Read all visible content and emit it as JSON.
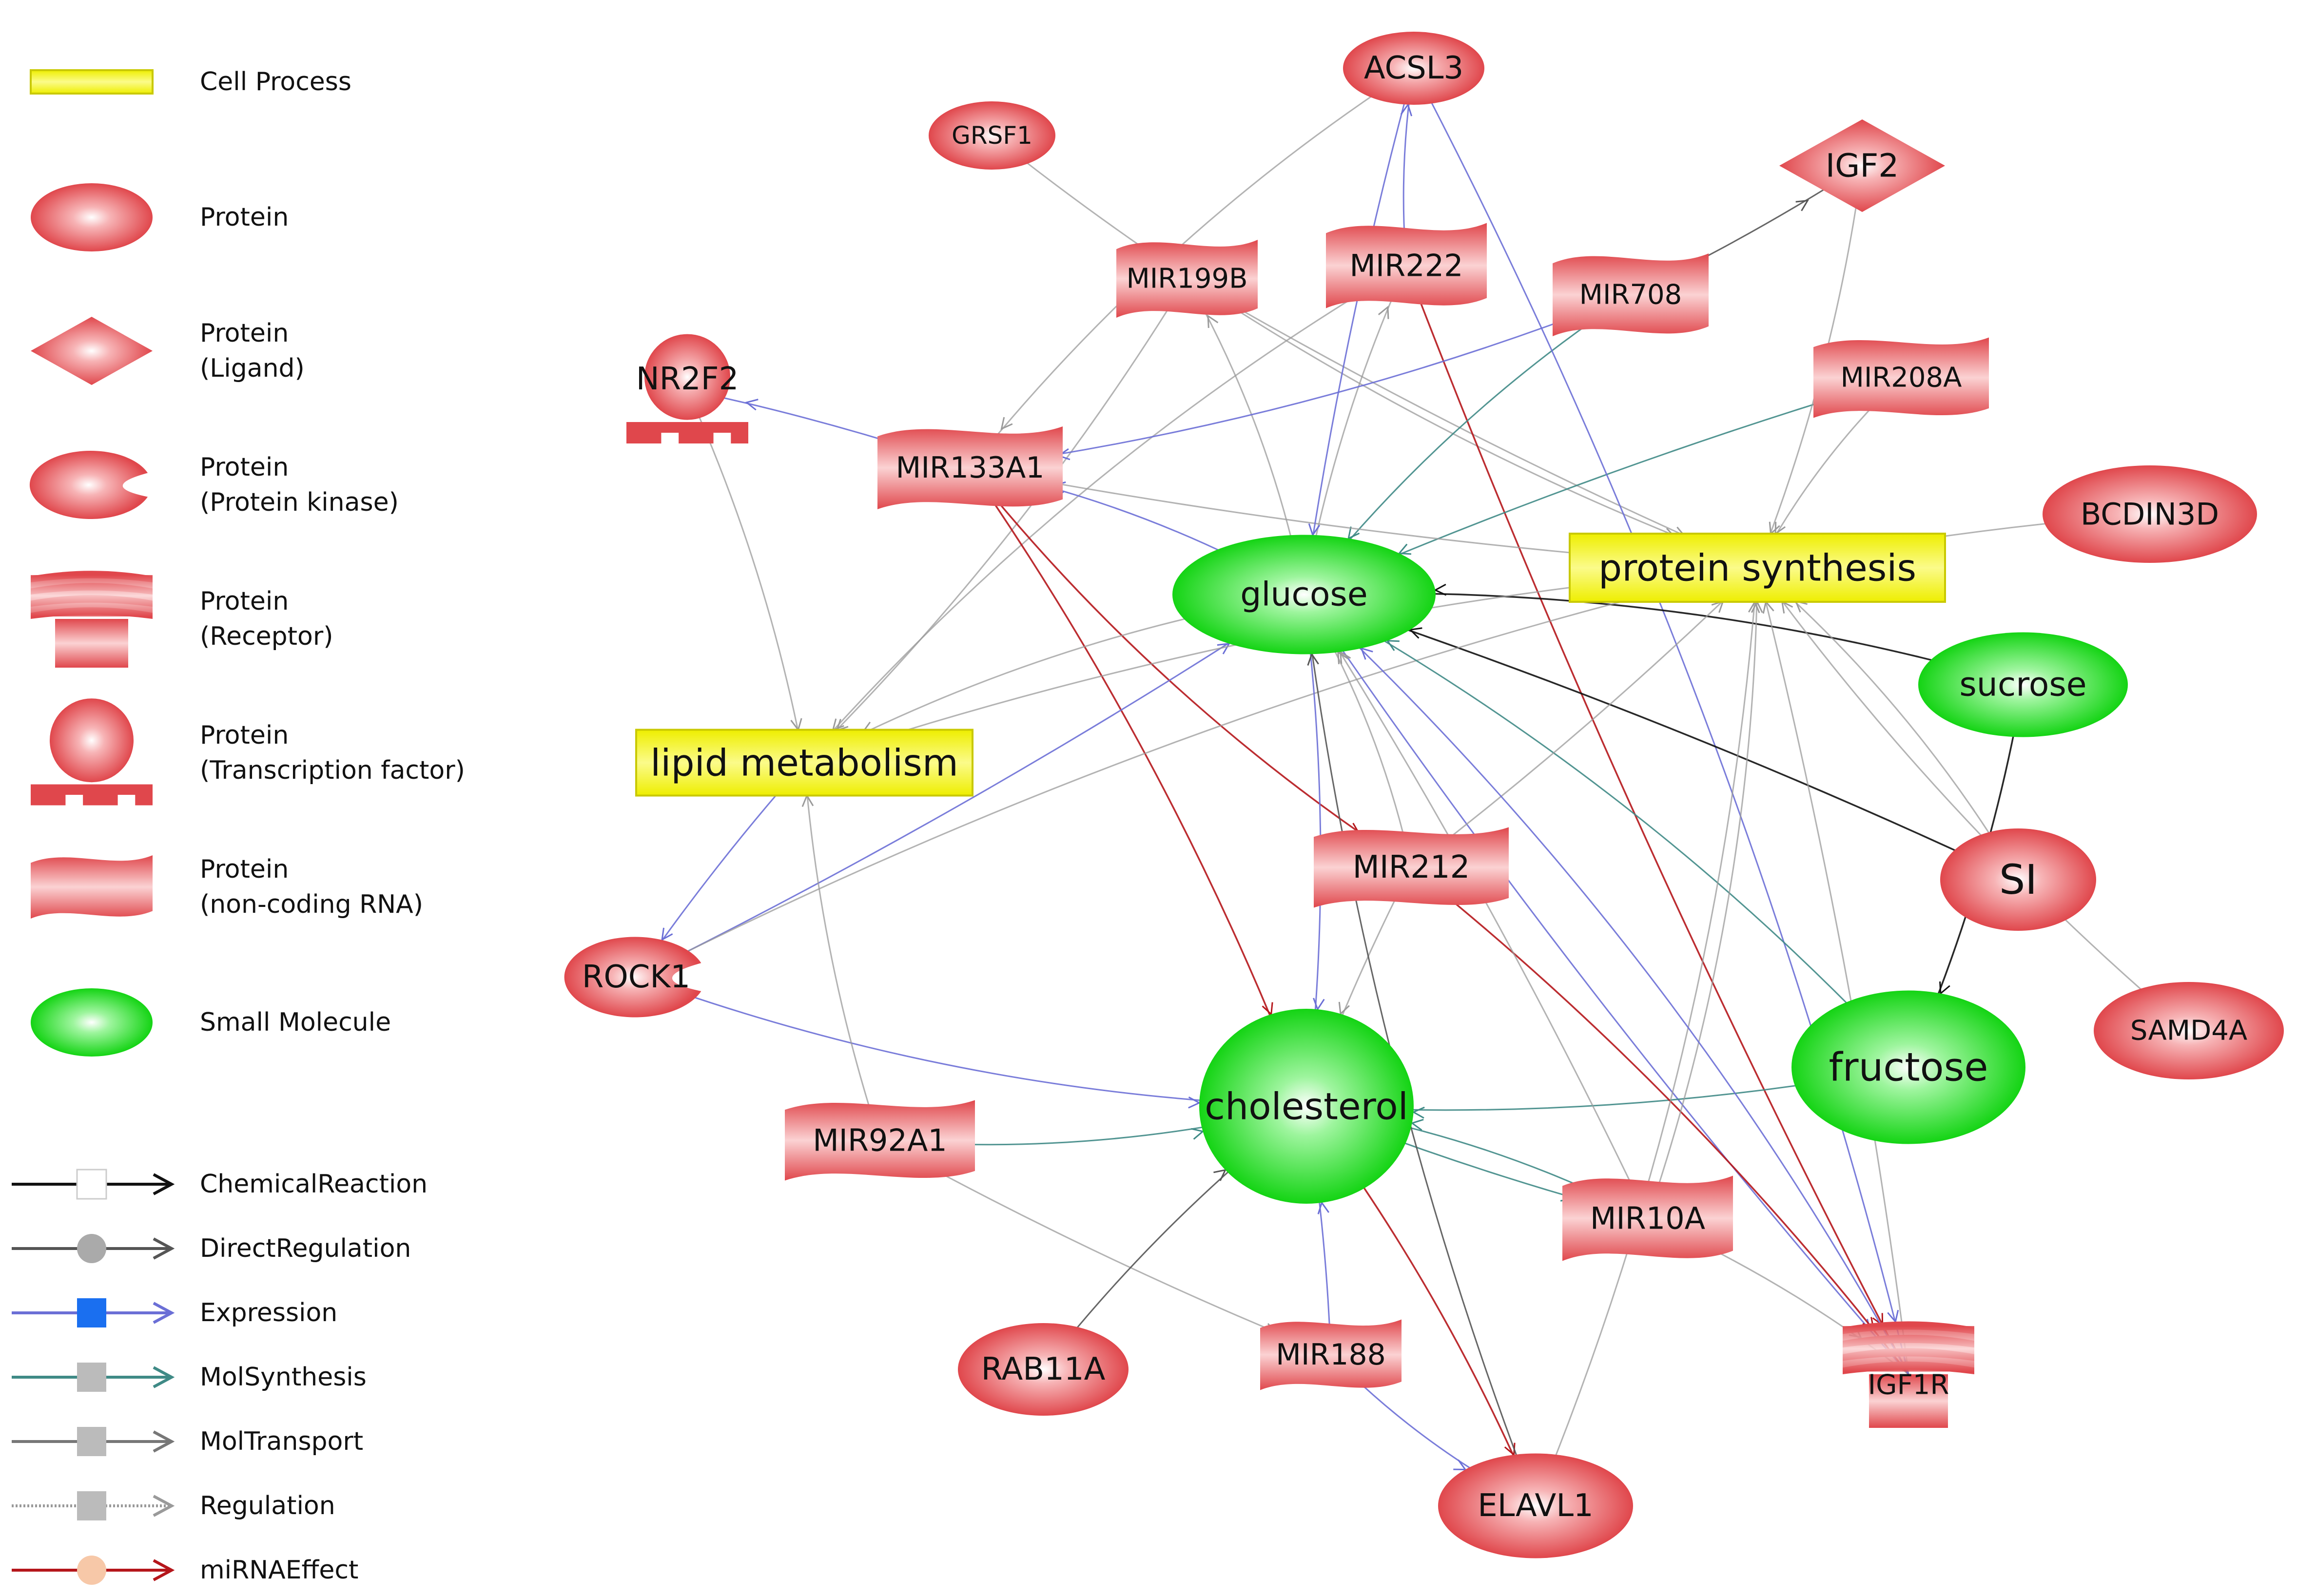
{
  "colors": {
    "protein_fill": "#e45a5e",
    "protein_highlight": "#ffffff",
    "small_molecule_fill": "#1fdc1f",
    "cell_process_fill": "#f2f20c",
    "cell_process_stroke": "#c9c900",
    "edge_default": "#9aa0a8",
    "chemical_reaction": "#111111",
    "direct_regulation": "#555555",
    "expression": "#6b6fd6",
    "mol_synthesis": "#3f8a86",
    "mol_transport": "#777777",
    "regulation": "#9a9a9a",
    "mirna_effect": "#b5161b"
  },
  "legend": {
    "node_types": [
      {
        "id": "cell_process",
        "label": "Cell Process",
        "icon": "yellow-bar-icon"
      },
      {
        "id": "protein",
        "label": "Protein",
        "icon": "red-ellipse-icon"
      },
      {
        "id": "ligand",
        "label": "Protein\n(Ligand)",
        "icon": "red-diamond-icon"
      },
      {
        "id": "kinase",
        "label": "Protein\n(Protein kinase)",
        "icon": "red-crescent-icon"
      },
      {
        "id": "receptor",
        "label": "Protein\n(Receptor)",
        "icon": "red-receptor-icon"
      },
      {
        "id": "tf",
        "label": "Protein\n(Transcription factor)",
        "icon": "red-transcription-factor-icon"
      },
      {
        "id": "ncrna",
        "label": "Protein\n(non-coding RNA)",
        "icon": "red-wave-icon"
      },
      {
        "id": "small_molecule",
        "label": "Small Molecule",
        "icon": "green-ellipse-icon"
      }
    ],
    "edge_types": [
      {
        "id": "chemical_reaction",
        "label": "ChemicalReaction",
        "marker": "white-square",
        "color": "#111111",
        "dashed": false
      },
      {
        "id": "direct_regulation",
        "label": "DirectRegulation",
        "marker": "gray-circle",
        "color": "#555555",
        "dashed": false
      },
      {
        "id": "expression",
        "label": "Expression",
        "marker": "blue-square",
        "color": "#6b6fd6",
        "dashed": false
      },
      {
        "id": "mol_synthesis",
        "label": "MolSynthesis",
        "marker": "gray-square",
        "color": "#3f8a86",
        "dashed": false
      },
      {
        "id": "mol_transport",
        "label": "MolTransport",
        "marker": "gray-square",
        "color": "#777777",
        "dashed": false
      },
      {
        "id": "regulation",
        "label": "Regulation",
        "marker": "gray-square",
        "color": "#9a9a9a",
        "dashed": true
      },
      {
        "id": "mirna_effect",
        "label": "miRNAEffect",
        "marker": "peach-circle",
        "color": "#b5161b",
        "dashed": false
      }
    ]
  },
  "nodes": [
    {
      "id": "acsl3",
      "label": "ACSL3",
      "type": "protein"
    },
    {
      "id": "grsf1",
      "label": "GRSF1",
      "type": "protein"
    },
    {
      "id": "igf2",
      "label": "IGF2",
      "type": "ligand"
    },
    {
      "id": "mir199b",
      "label": "MIR199B",
      "type": "ncrna"
    },
    {
      "id": "mir222",
      "label": "MIR222",
      "type": "ncrna"
    },
    {
      "id": "mir708",
      "label": "MIR708",
      "type": "ncrna"
    },
    {
      "id": "nr2f2",
      "label": "NR2F2",
      "type": "tf"
    },
    {
      "id": "mir208a",
      "label": "MIR208A",
      "type": "ncrna"
    },
    {
      "id": "mir133a1",
      "label": "MIR133A1",
      "type": "ncrna"
    },
    {
      "id": "bcdin3d",
      "label": "BCDIN3D",
      "type": "protein"
    },
    {
      "id": "glucose",
      "label": "glucose",
      "type": "small_molecule"
    },
    {
      "id": "protein_synthesis",
      "label": "protein synthesis",
      "type": "cell_process"
    },
    {
      "id": "sucrose",
      "label": "sucrose",
      "type": "small_molecule"
    },
    {
      "id": "lipid_metabolism",
      "label": "lipid metabolism",
      "type": "cell_process"
    },
    {
      "id": "mir212",
      "label": "MIR212",
      "type": "ncrna"
    },
    {
      "id": "si",
      "label": "SI",
      "type": "protein"
    },
    {
      "id": "rock1",
      "label": "ROCK1",
      "type": "kinase"
    },
    {
      "id": "fructose",
      "label": "fructose",
      "type": "small_molecule"
    },
    {
      "id": "samd4a",
      "label": "SAMD4A",
      "type": "protein"
    },
    {
      "id": "cholesterol",
      "label": "cholesterol",
      "type": "small_molecule"
    },
    {
      "id": "mir92a1",
      "label": "MIR92A1",
      "type": "ncrna"
    },
    {
      "id": "mir10a",
      "label": "MIR10A",
      "type": "ncrna"
    },
    {
      "id": "rab11a",
      "label": "RAB11A",
      "type": "protein"
    },
    {
      "id": "mir188",
      "label": "MIR188",
      "type": "ncrna"
    },
    {
      "id": "igf1r",
      "label": "IGF1R",
      "type": "receptor"
    },
    {
      "id": "elavl1",
      "label": "ELAVL1",
      "type": "protein"
    }
  ],
  "edges": [
    {
      "from": "grsf1",
      "to": "protein_synthesis",
      "type": "regulation"
    },
    {
      "from": "mir199b",
      "to": "lipid_metabolism",
      "type": "regulation"
    },
    {
      "from": "mir199b",
      "to": "protein_synthesis",
      "type": "regulation"
    },
    {
      "from": "glucose",
      "to": "mir199b",
      "type": "regulation"
    },
    {
      "from": "mir222",
      "to": "acsl3",
      "type": "expression"
    },
    {
      "from": "mir222",
      "to": "igf1r",
      "type": "mirna_effect"
    },
    {
      "from": "mir222",
      "to": "lipid_metabolism",
      "type": "regulation"
    },
    {
      "from": "glucose",
      "to": "mir222",
      "type": "regulation"
    },
    {
      "from": "mir708",
      "to": "igf2",
      "type": "direct_regulation"
    },
    {
      "from": "mir708",
      "to": "glucose",
      "type": "mol_synthesis"
    },
    {
      "from": "mir708",
      "to": "mir133a1",
      "type": "expression"
    },
    {
      "from": "mir208a",
      "to": "glucose",
      "type": "mol_synthesis"
    },
    {
      "from": "mir208a",
      "to": "protein_synthesis",
      "type": "regulation"
    },
    {
      "from": "igf2",
      "to": "protein_synthesis",
      "type": "regulation"
    },
    {
      "from": "mir133a1",
      "to": "nr2f2",
      "type": "expression"
    },
    {
      "from": "mir133a1",
      "to": "mir212",
      "type": "mirna_effect"
    },
    {
      "from": "mir133a1",
      "to": "cholesterol",
      "type": "mirna_effect"
    },
    {
      "from": "mir133a1",
      "to": "protein_synthesis",
      "type": "regulation"
    },
    {
      "from": "glucose",
      "to": "mir133a1",
      "type": "expression"
    },
    {
      "from": "nr2f2",
      "to": "lipid_metabolism",
      "type": "regulation"
    },
    {
      "from": "acsl3",
      "to": "glucose",
      "type": "expression"
    },
    {
      "from": "acsl3",
      "to": "mir133a1",
      "type": "regulation"
    },
    {
      "from": "acsl3",
      "to": "igf1r",
      "type": "expression"
    },
    {
      "from": "bcdin3d",
      "to": "protein_synthesis",
      "type": "regulation"
    },
    {
      "from": "sucrose",
      "to": "glucose",
      "type": "chemical_reaction"
    },
    {
      "from": "sucrose",
      "to": "fructose",
      "type": "chemical_reaction"
    },
    {
      "from": "si",
      "to": "glucose",
      "type": "chemical_reaction"
    },
    {
      "from": "si",
      "to": "protein_synthesis",
      "type": "regulation"
    },
    {
      "from": "samd4a",
      "to": "protein_synthesis",
      "type": "regulation"
    },
    {
      "from": "rock1",
      "to": "glucose",
      "type": "expression"
    },
    {
      "from": "rock1",
      "to": "cholesterol",
      "type": "expression"
    },
    {
      "from": "rock1",
      "to": "protein_synthesis",
      "type": "regulation"
    },
    {
      "from": "lipid_metabolism",
      "to": "rock1",
      "type": "expression"
    },
    {
      "from": "glucose",
      "to": "lipid_metabolism",
      "type": "regulation"
    },
    {
      "from": "glucose",
      "to": "cholesterol",
      "type": "expression"
    },
    {
      "from": "glucose",
      "to": "igf1r",
      "type": "expression"
    },
    {
      "from": "fructose",
      "to": "glucose",
      "type": "mol_synthesis"
    },
    {
      "from": "fructose",
      "to": "cholesterol",
      "type": "mol_synthesis"
    },
    {
      "from": "mir212",
      "to": "cholesterol",
      "type": "regulation"
    },
    {
      "from": "mir212",
      "to": "glucose",
      "type": "regulation"
    },
    {
      "from": "mir212",
      "to": "igf1r",
      "type": "mirna_effect"
    },
    {
      "from": "mir212",
      "to": "protein_synthesis",
      "type": "regulation"
    },
    {
      "from": "mir92a1",
      "to": "cholesterol",
      "type": "mol_synthesis"
    },
    {
      "from": "mir92a1",
      "to": "lipid_metabolism",
      "type": "regulation"
    },
    {
      "from": "mir92a1",
      "to": "mir188",
      "type": "regulation"
    },
    {
      "from": "mir10a",
      "to": "cholesterol",
      "type": "mol_synthesis"
    },
    {
      "from": "mir10a",
      "to": "igf1r",
      "type": "regulation"
    },
    {
      "from": "mir10a",
      "to": "glucose",
      "type": "regulation"
    },
    {
      "from": "mir10a",
      "to": "protein_synthesis",
      "type": "regulation"
    },
    {
      "from": "rab11a",
      "to": "cholesterol",
      "type": "direct_regulation"
    },
    {
      "from": "mir188",
      "to": "cholesterol",
      "type": "expression"
    },
    {
      "from": "mir188",
      "to": "elavl1",
      "type": "expression"
    },
    {
      "from": "cholesterol",
      "to": "elavl1",
      "type": "mirna_effect"
    },
    {
      "from": "cholesterol",
      "to": "mir10a",
      "type": "mol_synthesis"
    },
    {
      "from": "elavl1",
      "to": "protein_synthesis",
      "type": "regulation"
    },
    {
      "from": "elavl1",
      "to": "glucose",
      "type": "direct_regulation"
    },
    {
      "from": "igf1r",
      "to": "protein_synthesis",
      "type": "regulation"
    },
    {
      "from": "igf1r",
      "to": "glucose",
      "type": "expression"
    },
    {
      "from": "lipid_metabolism",
      "to": "protein_synthesis",
      "type": "regulation"
    }
  ]
}
